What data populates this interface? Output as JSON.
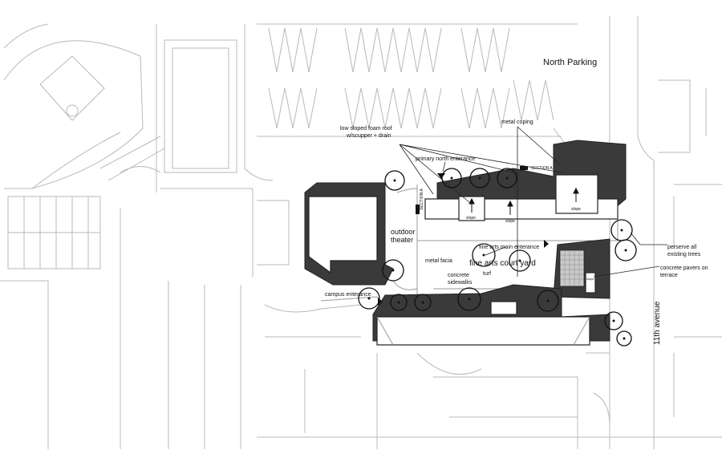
{
  "labels": {
    "north_parking": "North Parking",
    "low_sloped_roof_1": "low sloped foam roof",
    "low_sloped_roof_2": "w/scupper + drain",
    "metal_coping": "metal coping",
    "primary_north_entrance": "primary north enterance",
    "section_a_top": "SECTION A",
    "section_a_side": "SECTION A",
    "slope_1": "slope",
    "slope_2": "slope",
    "slope_3": "slope",
    "slope_4": "slope",
    "outdoor_theater_1": "outdoor",
    "outdoor_theater_2": "theater",
    "metal_facia": "metal facia",
    "fine_arts_main_entrance": "fine arts main enterance",
    "fine_arts_court_yard": "fine arts court yard",
    "turf": "turf",
    "concrete_sidewalks_1": "concrete",
    "concrete_sidewalks_2": "sidewalks",
    "campus_entrance": "campus enterance",
    "perserve_trees_1": "perserve all",
    "perserve_trees_2": "existing trees",
    "concrete_pavers_1": "concrete pavers on",
    "concrete_pavers_2": "terrace",
    "eleventh_avenue": "11th avenue"
  }
}
